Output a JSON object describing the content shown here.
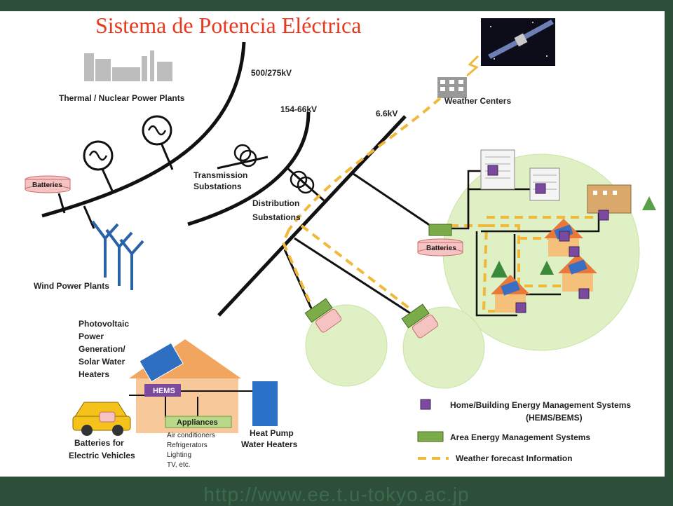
{
  "title": "Sistema de Potencia Eléctrica",
  "url": "http://www.ee.t.u-tokyo.ac.jp",
  "voltages": {
    "v500": "500/275kV",
    "v154": "154-66kV",
    "v66": "6.6kV"
  },
  "labels": {
    "thermal": "Thermal / Nuclear Power Plants",
    "weather_centers": "Weather Centers",
    "transmission": [
      "Transmission",
      "Substations"
    ],
    "distribution": [
      "Distribution",
      "Substations"
    ],
    "wind": "Wind Power Plants",
    "batteries": "Batteries",
    "photovoltaic": [
      "Photovoltaic",
      "Power",
      "Generation/",
      "Solar Water",
      "Heaters"
    ],
    "hems": "HEMS",
    "appliances": "Appliances",
    "appliance_list": [
      "Air conditioners",
      "Refrigerators",
      "Lighting",
      "TV, etc."
    ],
    "ev_batteries": [
      "Batteries for",
      "Electric Vehicles"
    ],
    "heat_pump": [
      "Heat Pump",
      "Water Heaters"
    ]
  },
  "legend": {
    "hems_bems": [
      "Home/Building Energy Management Systems",
      "(HEMS/BEMS)"
    ],
    "area": "Area Energy Management Systems",
    "weather": "Weather forecast Information"
  },
  "colors": {
    "title": "#e8391f",
    "hems_purple": "#7b4a9e",
    "area_green": "#7cab4a",
    "weather_dash": "#f0b93a",
    "community_green": "#dff0c4",
    "battery_pink": "#f6c3c3",
    "wind_blue": "#2a62a8",
    "house_orange": "#f2a55e"
  }
}
